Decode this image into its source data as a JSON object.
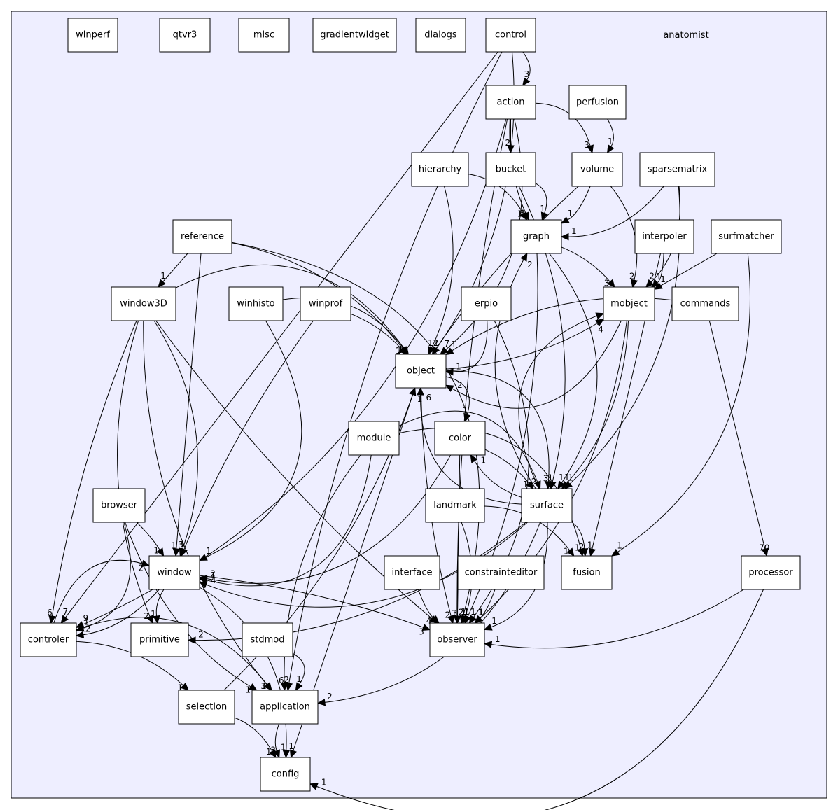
{
  "diagram": {
    "cluster_label": "anatomist",
    "nodes": {
      "winperf": "winperf",
      "qtvr3": "qtvr3",
      "misc": "misc",
      "gradientwidget": "gradientwidget",
      "dialogs": "dialogs",
      "control": "control",
      "action": "action",
      "perfusion": "perfusion",
      "hierarchy": "hierarchy",
      "bucket": "bucket",
      "volume": "volume",
      "sparsematrix": "sparsematrix",
      "reference": "reference",
      "graph": "graph",
      "interpoler": "interpoler",
      "surfmatcher": "surfmatcher",
      "window3D": "window3D",
      "winhisto": "winhisto",
      "winprof": "winprof",
      "erpio": "erpio",
      "mobject": "mobject",
      "commands": "commands",
      "object": "object",
      "module": "module",
      "color": "color",
      "browser": "browser",
      "landmark": "landmark",
      "surface": "surface",
      "window": "window",
      "interface": "interface",
      "constrainteditor": "constrainteditor",
      "fusion": "fusion",
      "processor": "processor",
      "controler": "controler",
      "primitive": "primitive",
      "stdmod": "stdmod",
      "observer": "observer",
      "selection": "selection",
      "application": "application",
      "config": "config"
    },
    "edges": [
      {
        "from": "control",
        "to": "action",
        "label": "3"
      },
      {
        "from": "control",
        "to": "controler",
        "label": "7"
      },
      {
        "from": "control",
        "to": "object",
        "label": "1"
      },
      {
        "from": "control",
        "to": "application",
        "label": "2"
      },
      {
        "from": "action",
        "to": "bucket",
        "label": "2"
      },
      {
        "from": "action",
        "to": "volume",
        "label": "3"
      },
      {
        "from": "action",
        "to": "graph",
        "label": "4"
      },
      {
        "from": "action",
        "to": "object",
        "label": "7"
      },
      {
        "from": "action",
        "to": "controler",
        "label": "9"
      },
      {
        "from": "action",
        "to": "observer",
        "label": "1"
      },
      {
        "from": "perfusion",
        "to": "volume",
        "label": "1"
      },
      {
        "from": "hierarchy",
        "to": "graph",
        "label": "1"
      },
      {
        "from": "hierarchy",
        "to": "object",
        "label": "1"
      },
      {
        "from": "bucket",
        "to": "graph",
        "label": "1"
      },
      {
        "from": "bucket",
        "to": "surface",
        "label": "1"
      },
      {
        "from": "volume",
        "to": "graph",
        "label": "1"
      },
      {
        "from": "volume",
        "to": "object",
        "label": "2"
      },
      {
        "from": "volume",
        "to": "mobject",
        "label": "2"
      },
      {
        "from": "sparsematrix",
        "to": "graph",
        "label": "1"
      },
      {
        "from": "sparsematrix",
        "to": "mobject",
        "label": "2"
      },
      {
        "from": "sparsematrix",
        "to": "surface",
        "label": "1"
      },
      {
        "from": "reference",
        "to": "window3D",
        "label": "1"
      },
      {
        "from": "reference",
        "to": "object",
        "label": "1"
      },
      {
        "from": "reference",
        "to": "window",
        "label": "1"
      },
      {
        "from": "reference",
        "to": "observer",
        "label": "2"
      },
      {
        "from": "graph",
        "to": "mobject",
        "label": "3"
      },
      {
        "from": "graph",
        "to": "surface",
        "label": "1"
      },
      {
        "from": "graph",
        "to": "observer",
        "label": "1"
      },
      {
        "from": "interpoler",
        "to": "mobject",
        "label": "1"
      },
      {
        "from": "interpoler",
        "to": "fusion",
        "label": "1"
      },
      {
        "from": "surfmatcher",
        "to": "mobject",
        "label": "1"
      },
      {
        "from": "surfmatcher",
        "to": "fusion",
        "label": "1"
      },
      {
        "from": "window3D",
        "to": "object",
        "label": "1"
      },
      {
        "from": "window3D",
        "to": "window",
        "label": "3"
      },
      {
        "from": "window3D",
        "to": "controler",
        "label": "6"
      },
      {
        "from": "window3D",
        "to": "primitive",
        "label": "2"
      },
      {
        "from": "window3D",
        "to": "observer",
        "label": "4"
      },
      {
        "from": "window3D",
        "to": "application",
        "label": "3"
      },
      {
        "from": "winhisto",
        "to": "object",
        "label": "1"
      },
      {
        "from": "winhisto",
        "to": "window",
        "label": "1"
      },
      {
        "from": "winprof",
        "to": "object",
        "label": "1"
      },
      {
        "from": "winprof",
        "to": "window",
        "label": "1"
      },
      {
        "from": "erpio",
        "to": "object",
        "label": "1"
      },
      {
        "from": "erpio",
        "to": "observer",
        "label": "1"
      },
      {
        "from": "mobject",
        "to": "object",
        "label": "2"
      },
      {
        "from": "mobject",
        "to": "surface",
        "label": "1"
      },
      {
        "from": "mobject",
        "to": "observer",
        "label": "1"
      },
      {
        "from": "commands",
        "to": "object",
        "label": "1"
      },
      {
        "from": "commands",
        "to": "processor",
        "label": "70"
      },
      {
        "from": "object",
        "to": "color",
        "label": "1"
      },
      {
        "from": "object",
        "to": "mobject",
        "label": "4"
      },
      {
        "from": "object",
        "to": "surface",
        "label": "3"
      },
      {
        "from": "object",
        "to": "observer",
        "label": "2"
      },
      {
        "from": "object",
        "to": "config",
        "label": "1"
      },
      {
        "from": "module",
        "to": "surface",
        "label": "2"
      },
      {
        "from": "module",
        "to": "window",
        "label": "1"
      },
      {
        "from": "module",
        "to": "application",
        "label": "6"
      },
      {
        "from": "module",
        "to": "fusion",
        "label": "1"
      },
      {
        "from": "color",
        "to": "surface",
        "label": "1"
      },
      {
        "from": "color",
        "to": "window",
        "label": "2"
      },
      {
        "from": "color",
        "to": "observer",
        "label": "3"
      },
      {
        "from": "browser",
        "to": "window",
        "label": "1"
      },
      {
        "from": "browser",
        "to": "controler",
        "label": "1"
      },
      {
        "from": "browser",
        "to": "application",
        "label": "1"
      },
      {
        "from": "landmark",
        "to": "fusion",
        "label": "1"
      },
      {
        "from": "landmark",
        "to": "observer",
        "label": "1"
      },
      {
        "from": "surface",
        "to": "graph",
        "label": "2"
      },
      {
        "from": "surface",
        "to": "mobject",
        "label": "9"
      },
      {
        "from": "surface",
        "to": "object",
        "label": "6"
      },
      {
        "from": "surface",
        "to": "color",
        "label": "1"
      },
      {
        "from": "surface",
        "to": "fusion",
        "label": "2"
      },
      {
        "from": "surface",
        "to": "window",
        "label": "4"
      },
      {
        "from": "surface",
        "to": "primitive",
        "label": "2"
      },
      {
        "from": "surface",
        "to": "observer",
        "label": "1"
      },
      {
        "from": "surface",
        "to": "application",
        "label": "2"
      },
      {
        "from": "window",
        "to": "controler",
        "label": "2"
      },
      {
        "from": "window",
        "to": "primitive",
        "label": "1"
      },
      {
        "from": "window",
        "to": "observer",
        "label": "3"
      },
      {
        "from": "window",
        "to": "config",
        "label": "1"
      },
      {
        "from": "interface",
        "to": "observer",
        "label": "1"
      },
      {
        "from": "constrainteditor",
        "to": "observer",
        "label": "1"
      },
      {
        "from": "processor",
        "to": "observer",
        "label": "1"
      },
      {
        "from": "processor",
        "to": "config",
        "label": "1"
      },
      {
        "from": "controler",
        "to": "window",
        "label": "2"
      },
      {
        "from": "controler",
        "to": "application",
        "label": "1"
      },
      {
        "from": "controler",
        "to": "selection",
        "label": "1"
      },
      {
        "from": "stdmod",
        "to": "application",
        "label": "1"
      },
      {
        "from": "selection",
        "to": "object",
        "label": "1"
      },
      {
        "from": "selection",
        "to": "config",
        "label": "1"
      },
      {
        "from": "application",
        "to": "config",
        "label": "3"
      }
    ]
  }
}
